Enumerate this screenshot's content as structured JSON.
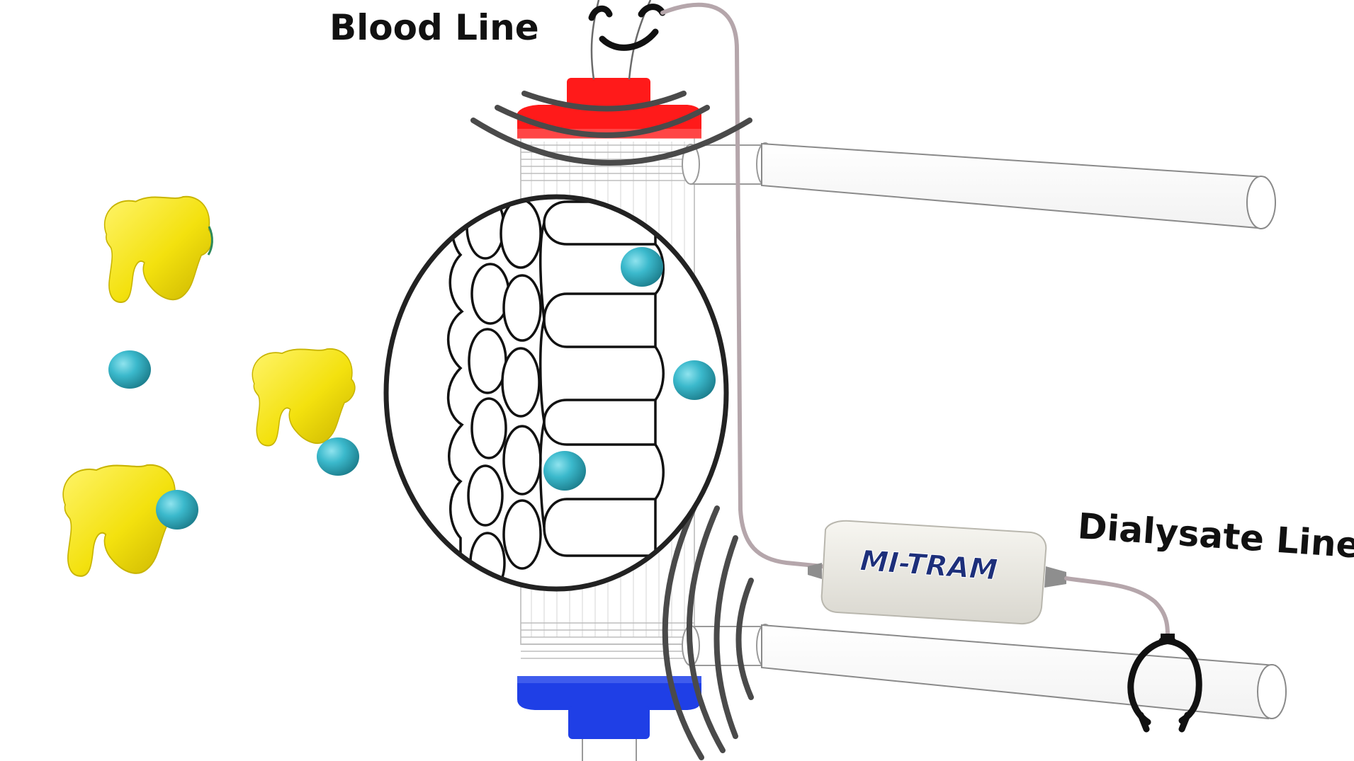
{
  "labels": {
    "blood_line": "Blood Line",
    "dialysate_line": "Dialysate Line"
  },
  "device": {
    "name": "MI-TRAM"
  },
  "colors": {
    "blood_cap": "#ff1a1a",
    "dialysate_cap": "#1f3fe6",
    "protein": "#f3e10e",
    "protein_shade": "#c9b800",
    "toxin": "#3bb9cc",
    "toxin_shade": "#1f8898",
    "device_body": "#ecebe4",
    "device_text": "#1d2f7a",
    "sensor_arcs": "#4a4a4a",
    "cable": "#b8a8ad"
  },
  "icons": {
    "protein": "protein-bound-toxin-icon",
    "free_toxin": "free-toxin-icon",
    "sensor": "ultrasound-arc-icon",
    "clip": "tube-clip-icon"
  }
}
